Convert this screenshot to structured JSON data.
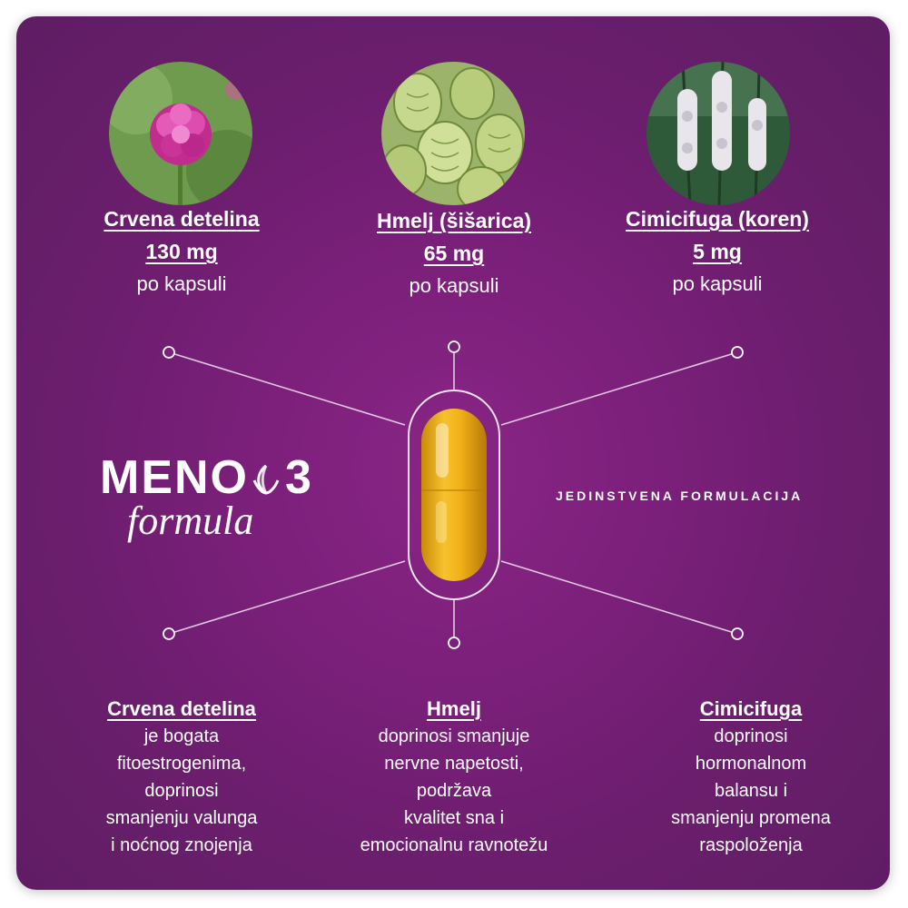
{
  "brand": {
    "logo_meno": "MENO",
    "logo_three": "3",
    "logo_formula": "formula",
    "tagline": "JEDINSTVENA FORMULACIJA"
  },
  "ingredients": [
    {
      "name": "Crvena detelina",
      "dose": "130 mg",
      "unit": "po kapsuli",
      "photo": "red-clover-flower"
    },
    {
      "name": "Hmelj (šišarica)",
      "dose": "65 mg",
      "unit": "po kapsuli",
      "photo": "hop-cones"
    },
    {
      "name": "Cimicifuga (koren)",
      "dose": "5 mg",
      "unit": "po kapsuli",
      "photo": "black-cohosh-flowers"
    }
  ],
  "benefits": [
    {
      "title": "Crvena detelina",
      "lines": [
        "je bogata",
        "fitoestrogenima,",
        "doprinosi",
        "smanjenju valunga",
        "i noćnog znojenja"
      ]
    },
    {
      "title": "Hmelj",
      "lines": [
        "doprinosi smanjuje",
        "nervne napetosti,",
        "podržava",
        "kvalitet sna i",
        "emocionalnu ravnotežu"
      ]
    },
    {
      "title": "Cimicifuga",
      "lines": [
        "doprinosi",
        "hormonalnom",
        "balansu i",
        "smanjenju promena",
        "raspoloženja"
      ]
    }
  ],
  "colors": {
    "background": "#7a1f7a",
    "capsule": "#f3b21a",
    "text": "#ffffff"
  }
}
